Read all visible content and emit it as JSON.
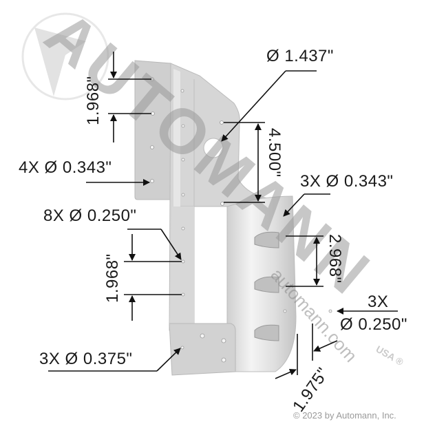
{
  "diagram": {
    "title": "Bracket dimension drawing",
    "colors": {
      "part": "#d4d4d4",
      "part_shade": "#bdbdbd",
      "part_light": "#e6e6e6",
      "dims": "#111111",
      "watermark": "#bcbcbc"
    },
    "dimensions": {
      "top_left_spacing": "1.968\"",
      "left_holes": "4X Ø 0.343\"",
      "center_hole": "Ø 1.437\"",
      "vertical_span": "4.500\"",
      "right_holes": "3X Ø 0.343\"",
      "small_holes": "8X Ø 0.250\"",
      "lower_left_spacing": "1.968\"",
      "right_spacing": "2.968\"",
      "side_holes_count": "3X",
      "side_holes_dia": "Ø 0.250\"",
      "bottom_holes": "3X Ø 0.375\"",
      "bottom_spacing": "1.975\""
    }
  },
  "watermark": {
    "brand": "AUTOMANN",
    "url": "automann.com",
    "suffix": "USA ®"
  },
  "footer": {
    "copyright": "© 2023 by Automann, Inc."
  }
}
